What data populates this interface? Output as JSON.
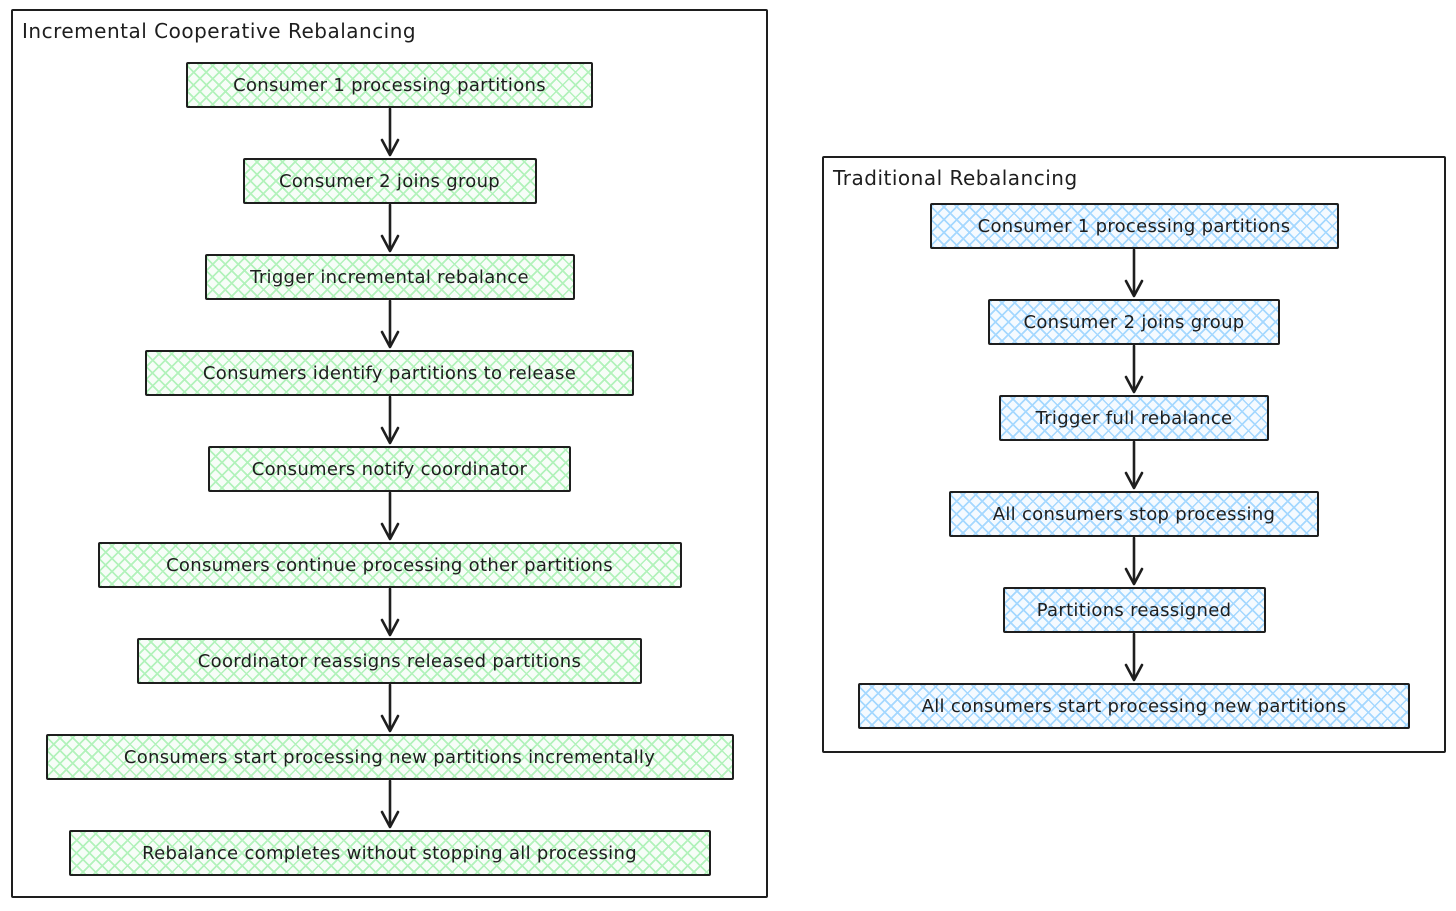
{
  "page": {
    "background_color": "#ffffff",
    "ink_color": "#1e1e1e"
  },
  "diagrams": [
    {
      "title": "Incremental Cooperative Rebalancing",
      "accent_color": "#b2f2bb",
      "fill_tint": "#f7fdf8",
      "steps": [
        "Consumer 1 processing partitions",
        "Consumer 2 joins group",
        "Trigger incremental rebalance",
        "Consumers identify partitions to release",
        "Consumers notify coordinator",
        "Consumers continue processing other partitions",
        "Coordinator reassigns released partitions",
        "Consumers start processing new partitions incrementally",
        "Rebalance completes without stopping all processing"
      ]
    },
    {
      "title": "Traditional Rebalancing",
      "accent_color": "#a5d8ff",
      "fill_tint": "#f5faff",
      "steps": [
        "Consumer 1 processing partitions",
        "Consumer 2 joins group",
        "Trigger full rebalance",
        "All consumers stop processing",
        "Partitions reassigned",
        "All consumers start processing new partitions"
      ]
    }
  ],
  "icons": {
    "connector": "down-arrow"
  }
}
